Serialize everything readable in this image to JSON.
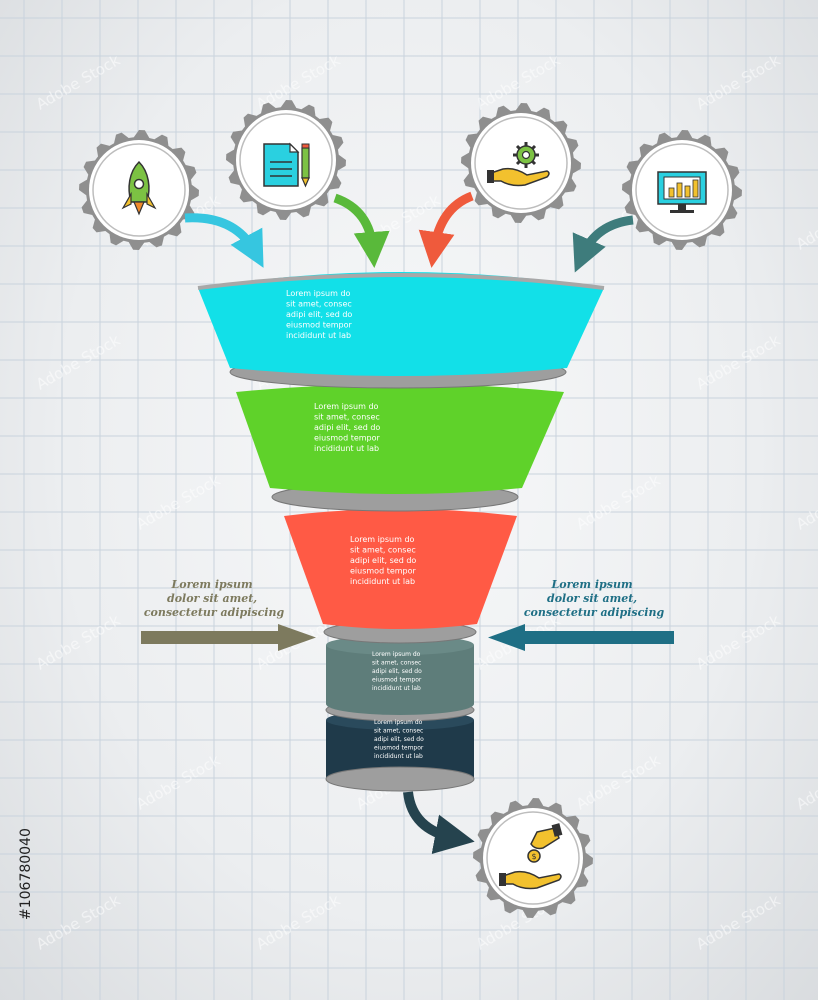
{
  "colors": {
    "cyan": "#12e0e8",
    "green": "#5fd22a",
    "red": "#ff5a45",
    "slate": "#5e7d7a",
    "navy": "#1f3a4a",
    "gray_rim": "#9e9e9e",
    "gear": "#8f8f8f",
    "side_left": "#7d7a5e",
    "side_right": "#1f6f85",
    "arrow_blue": "#36c6e0",
    "arrow_green": "#59b93a",
    "arrow_red": "#ef5a3c",
    "arrow_teal": "#3e7c7c",
    "arrow_dark": "#25434e"
  },
  "top_icons": [
    {
      "icon": "rocket-icon"
    },
    {
      "icon": "document-pencil-icon"
    },
    {
      "icon": "gear-in-hand-icon"
    },
    {
      "icon": "monitor-chart-icon"
    }
  ],
  "bottom_icon": {
    "icon": "coin-hands-icon"
  },
  "funnel_segments": [
    {
      "lines": [
        "Lorem ipsum do",
        "sit amet, consec",
        "adipi elit, sed do",
        "eiusmod tempor",
        "incididunt ut lab"
      ]
    },
    {
      "lines": [
        "Lorem ipsum do",
        "sit amet, consec",
        "adipi elit, sed do",
        "eiusmod tempor",
        "incididunt ut lab"
      ]
    },
    {
      "lines": [
        "Lorem ipsum do",
        "sit amet, consec",
        "adipi elit, sed do",
        "eiusmod tempor",
        "incididunt ut lab"
      ]
    },
    {
      "lines": [
        "Lorem ipsum do",
        "sit amet, consec",
        "adipi elit, sed do",
        "eiusmod tempor",
        "incididunt ut lab"
      ]
    },
    {
      "lines": [
        "Lorem ipsum do",
        "sit amet, consec",
        "adipi elit, sed do",
        "eiusmod tempor",
        "incididunt ut lab"
      ]
    }
  ],
  "side_left": {
    "lines": [
      "Lorem ipsum",
      "dolor sit amet,",
      "consectetur adipiscing"
    ]
  },
  "side_right": {
    "lines": [
      "Lorem ipsum",
      "dolor sit amet,",
      "consectetur adipiscing"
    ]
  },
  "watermark": "Adobe Stock",
  "stock_id": "#106780040"
}
